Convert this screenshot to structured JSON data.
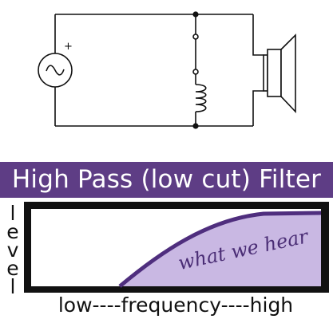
{
  "title": "High Pass (low cut) Filter",
  "circuit": {
    "source_polarity": "+",
    "source_symbol": "∿"
  },
  "graph": {
    "y_axis_label": "level",
    "x_axis_label": "low----frequency----high",
    "region_label": "what we hear"
  },
  "colors": {
    "banner": "#5e3d85",
    "curve": "#4f2e7e",
    "fill": "#c9b8e3",
    "frame": "#111111"
  },
  "icons": [
    "ac-source-icon",
    "capacitor-icon",
    "inductor-icon",
    "speaker-icon"
  ]
}
